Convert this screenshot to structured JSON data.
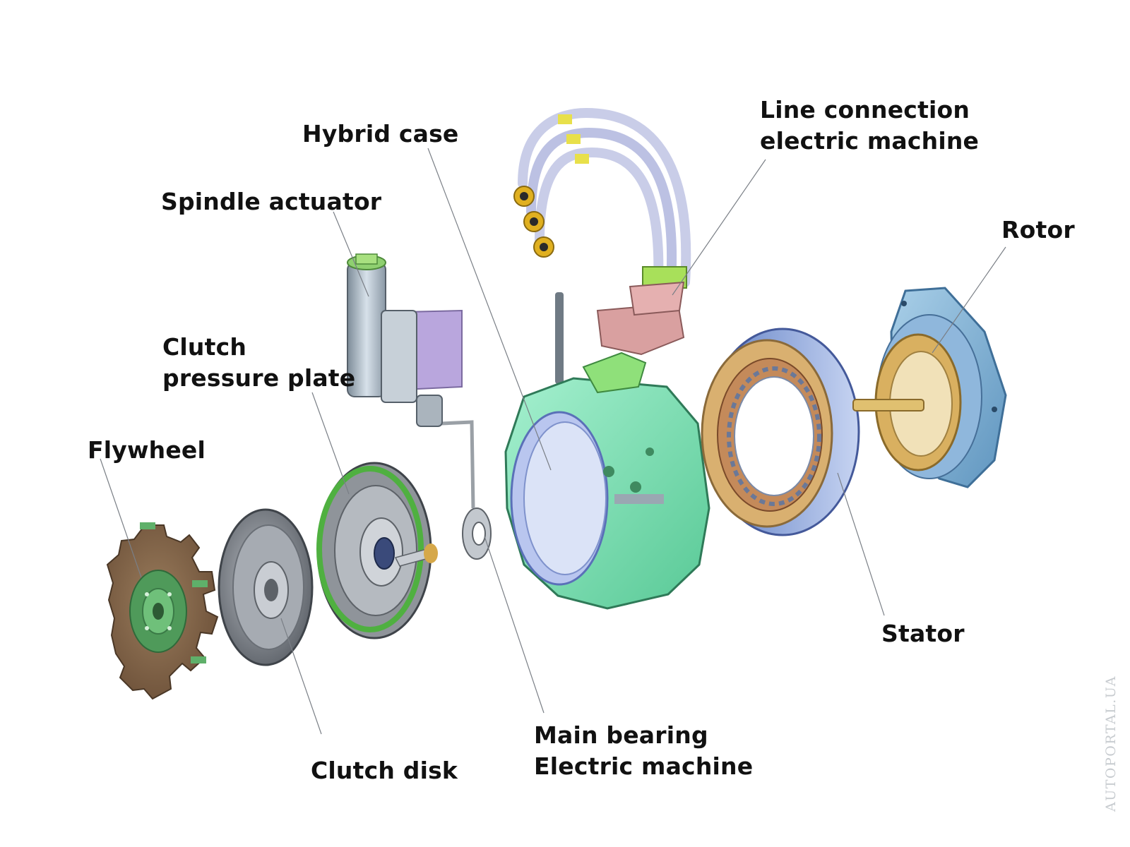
{
  "labels": {
    "hybrid_case": "Hybrid case",
    "spindle_actuator": "Spindle actuator",
    "clutch_pressure_plate": [
      "Clutch",
      "pressure plate"
    ],
    "flywheel": "Flywheel",
    "clutch_disk": "Clutch disk",
    "main_bearing": [
      "Main bearing",
      "Electric machine"
    ],
    "line_connection": [
      "Line connection",
      "electric machine"
    ],
    "rotor": "Rotor",
    "stator": "Stator"
  },
  "watermark": "AUTOPORTAL.UA",
  "colors": {
    "background": "#ffffff",
    "label_text": "#111111",
    "leader_line": "#7a7f86",
    "housing_green": "#7fe3b4",
    "housing_blue": "#9fb8e6",
    "flywheel_bronze": "#8a6a4c",
    "flywheel_green": "#5fb06a",
    "clutch_gray": "#8c9198",
    "cable_lavender": "#c9cde8",
    "connector_yellow": "#e0b020",
    "connector_pink": "#d9a0a0",
    "actuator_lavender": "#b9a6dd",
    "stator_copper": "#c48a5a",
    "stator_blue": "#8fa8e0",
    "rotor_blue": "#7fb0d8",
    "rotor_gold": "#d9b060",
    "watermark": "#c8ccd0"
  }
}
